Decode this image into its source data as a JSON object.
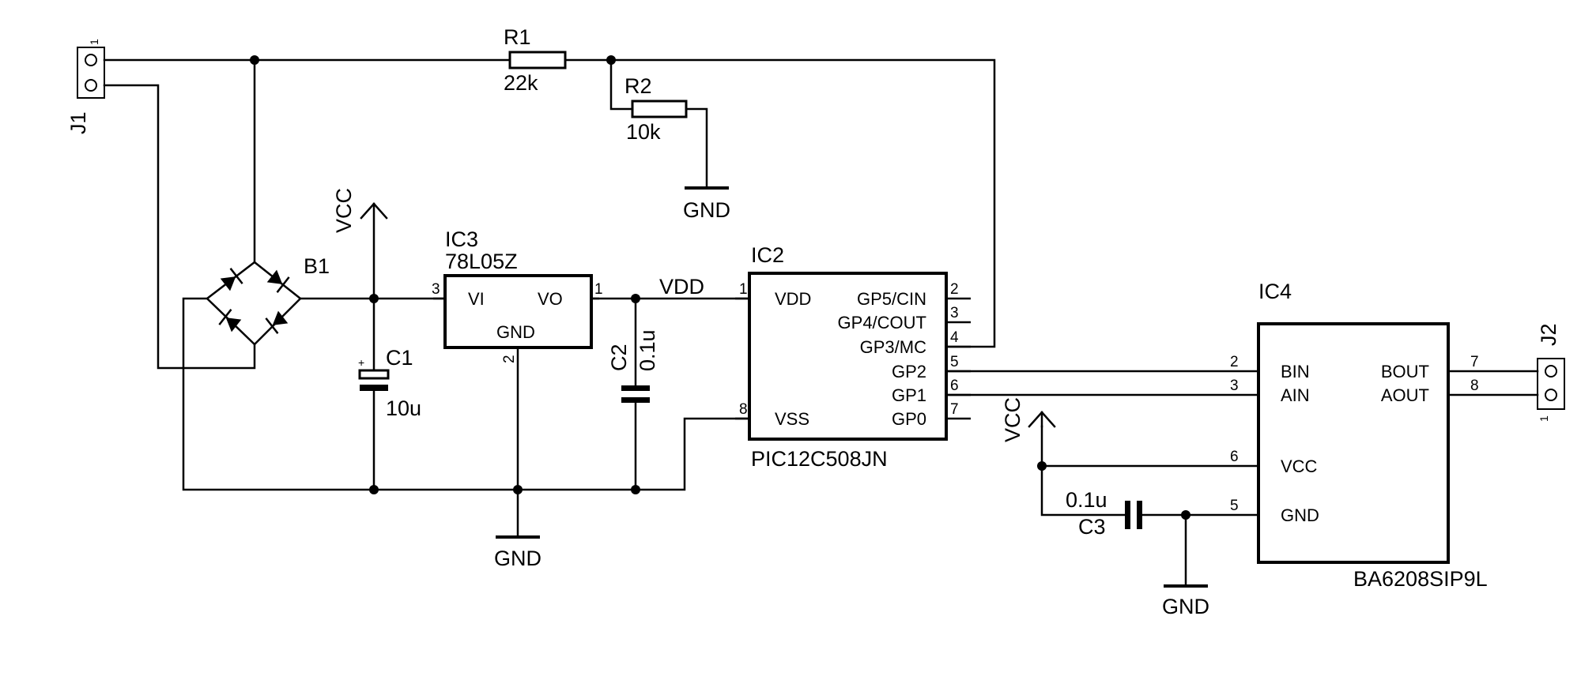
{
  "components": {
    "j1": {
      "ref": "J1",
      "pin1": "1"
    },
    "j2": {
      "ref": "J2",
      "pin1": "1"
    },
    "r1": {
      "ref": "R1",
      "value": "22k"
    },
    "r2": {
      "ref": "R2",
      "value": "10k"
    },
    "b1": {
      "ref": "B1"
    },
    "c1": {
      "ref": "C1",
      "value": "10u",
      "polarity": "+"
    },
    "c2": {
      "ref": "C2",
      "value": "0.1u"
    },
    "c3": {
      "ref": "C3",
      "value": "0.1u"
    },
    "ic3": {
      "ref": "IC3",
      "value": "78L05Z",
      "pins": {
        "vi": "VI",
        "vo": "VO",
        "gnd": "GND"
      },
      "pin_numbers": {
        "vi": "3",
        "vo": "1",
        "gnd": "2"
      }
    },
    "ic2": {
      "ref": "IC2",
      "value": "PIC12C508JN",
      "pins_left": [
        {
          "num": "1",
          "name": "VDD"
        },
        {
          "num": "8",
          "name": "VSS"
        }
      ],
      "pins_right": [
        {
          "num": "2",
          "name": "GP5/CIN"
        },
        {
          "num": "3",
          "name": "GP4/COUT"
        },
        {
          "num": "4",
          "name": "GP3/MC"
        },
        {
          "num": "5",
          "name": "GP2"
        },
        {
          "num": "6",
          "name": "GP1"
        },
        {
          "num": "7",
          "name": "GP0"
        }
      ]
    },
    "ic4": {
      "ref": "IC4",
      "value": "BA6208SIP9L",
      "pins_left": [
        {
          "num": "2",
          "name": "BIN"
        },
        {
          "num": "3",
          "name": "AIN"
        },
        {
          "num": "6",
          "name": "VCC"
        },
        {
          "num": "5",
          "name": "GND"
        }
      ],
      "pins_right": [
        {
          "num": "7",
          "name": "BOUT"
        },
        {
          "num": "8",
          "name": "AOUT"
        }
      ]
    }
  },
  "nets": {
    "vcc_main": "VCC",
    "vcc_ic4": "VCC",
    "vdd": "VDD",
    "gnd_r2": "GND",
    "gnd_main": "GND",
    "gnd_c3": "GND"
  }
}
